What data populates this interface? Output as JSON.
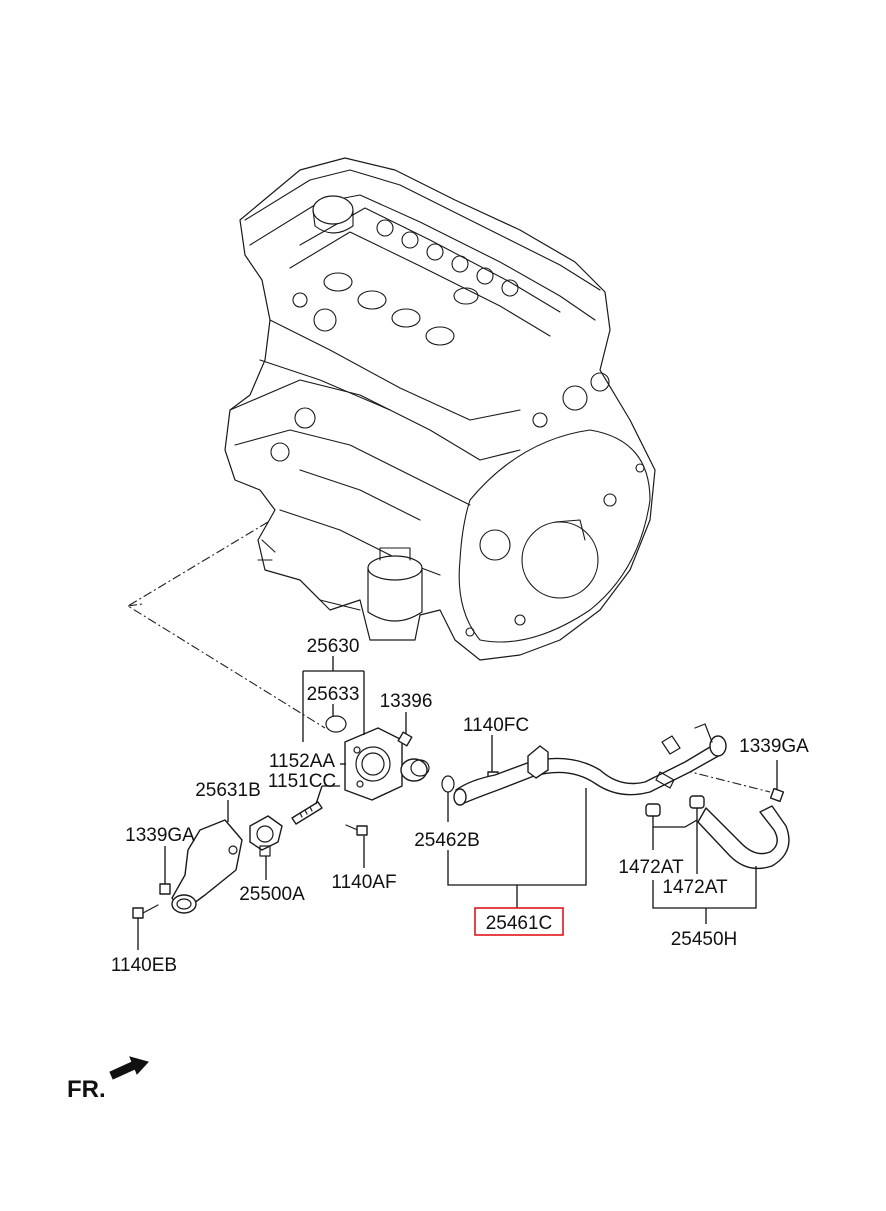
{
  "diagram": {
    "highlight_color": "#e0151b",
    "labels": {
      "p25630": "25630",
      "p25633": "25633",
      "p13396": "13396",
      "p1140FC": "1140FC",
      "p1339GA_right": "1339GA",
      "p1152AA": "1152AA",
      "p1151CC": "1151CC",
      "p25631B": "25631B",
      "p1339GA_left": "1339GA",
      "p25500A": "25500A",
      "p25462B": "25462B",
      "p1140AF": "1140AF",
      "p1472AT_a": "1472AT",
      "p1472AT_b": "1472AT",
      "p25461C": "25461C",
      "p25450H": "25450H",
      "p1140EB": "1140EB"
    },
    "direction": {
      "label": "FR.",
      "icon": "front-direction-arrow-icon"
    }
  }
}
